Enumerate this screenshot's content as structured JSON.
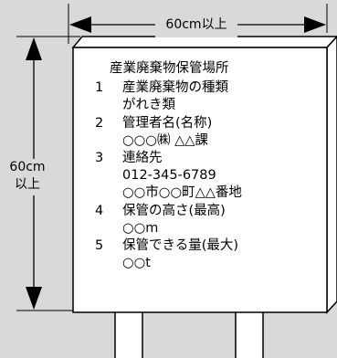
{
  "dimensions": {
    "width": "60cm以上",
    "height_line1": "60cm",
    "height_line2": "以上"
  },
  "sign": {
    "title": "産業廃棄物保管場所",
    "items": [
      {
        "number": "1",
        "label": "産業廃棄物の種類",
        "value": "がれき類"
      },
      {
        "number": "2",
        "label": "管理者名(名称)",
        "value": "○○○㈱ △△課"
      },
      {
        "number": "3",
        "label": "連絡先",
        "value": "012-345-6789",
        "value2": "○○市○○町△△番地"
      },
      {
        "number": "4",
        "label": "保管の高さ(最高)",
        "value": "○○m"
      },
      {
        "number": "5",
        "label": "保管できる量(最大)",
        "value": "○○t"
      }
    ]
  }
}
